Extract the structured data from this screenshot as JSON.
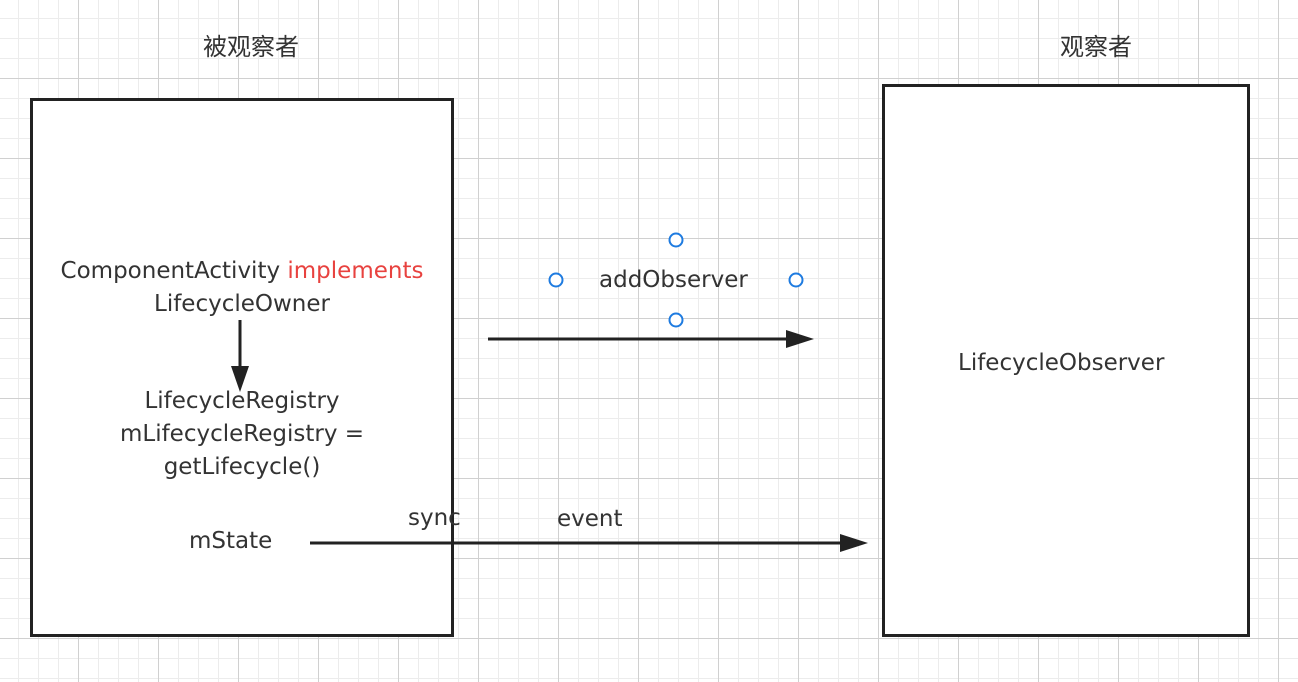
{
  "observable": {
    "heading": "被观察者",
    "owner_class": "ComponentActivity",
    "owner_keyword": "implements",
    "owner_interface": "LifecycleOwner",
    "registry_line1": "LifecycleRegistry",
    "registry_line2": "mLifecycleRegistry =",
    "registry_line3": "getLifecycle()",
    "state": "mState"
  },
  "observer": {
    "heading": "观察者",
    "class_name": "LifecycleObserver"
  },
  "edges": {
    "add_observer_label": "addObserver",
    "sync_label": "sync",
    "event_label": "event"
  },
  "colors": {
    "stroke": "#222222",
    "text": "#333333",
    "keyword": "#e8423f",
    "selection_handle": "#1e7be0",
    "grid": "#d0d0d0"
  }
}
